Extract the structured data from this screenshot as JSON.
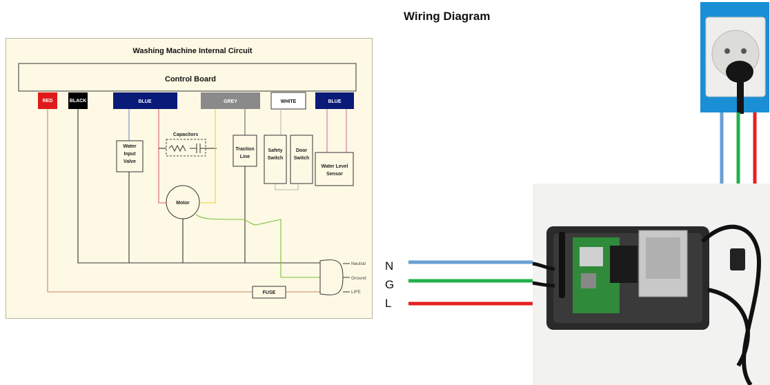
{
  "title": "Wiring Diagram",
  "circuit": {
    "title": "Washing Machine Internal Circuit",
    "control_board": "Control Board",
    "connectors": {
      "red": "RED",
      "black": "BLACK",
      "blue1": "BLUE",
      "grey": "GREY",
      "white": "WHITE",
      "blue2": "BLUE"
    },
    "components": {
      "water_input_valve": [
        "Water",
        "Input",
        "Valve"
      ],
      "capacitors": "Capacitors",
      "traction_line": [
        "Traction",
        "Line"
      ],
      "safety_switch": [
        "Safety",
        "Switch"
      ],
      "door_switch": [
        "Door",
        "Switch"
      ],
      "water_level_sensor": [
        "Water Level",
        "Sensor"
      ],
      "motor": "Motor",
      "fuse": "FUSE"
    },
    "plug_terminals": {
      "neutral": "Neutral",
      "ground": "Ground",
      "life": "LIFE"
    }
  },
  "wires": [
    {
      "key": "N",
      "label": "N",
      "color": "#6a9fd4"
    },
    {
      "key": "G",
      "label": "G",
      "color": "#22b04b"
    },
    {
      "key": "L",
      "label": "L",
      "color": "#e62020"
    }
  ],
  "colors": {
    "connector_red": "#e01a1a",
    "connector_black": "#000000",
    "connector_blue": "#0a1a78",
    "connector_grey": "#8a8a8a",
    "outlet_bg": "#1a8fd6",
    "enclosure": "#2a2a2a",
    "pcb": "#2f8a3a"
  },
  "icons": {
    "outlet": "wall-outlet-photo",
    "device": "gsm-relay-box-photo"
  }
}
